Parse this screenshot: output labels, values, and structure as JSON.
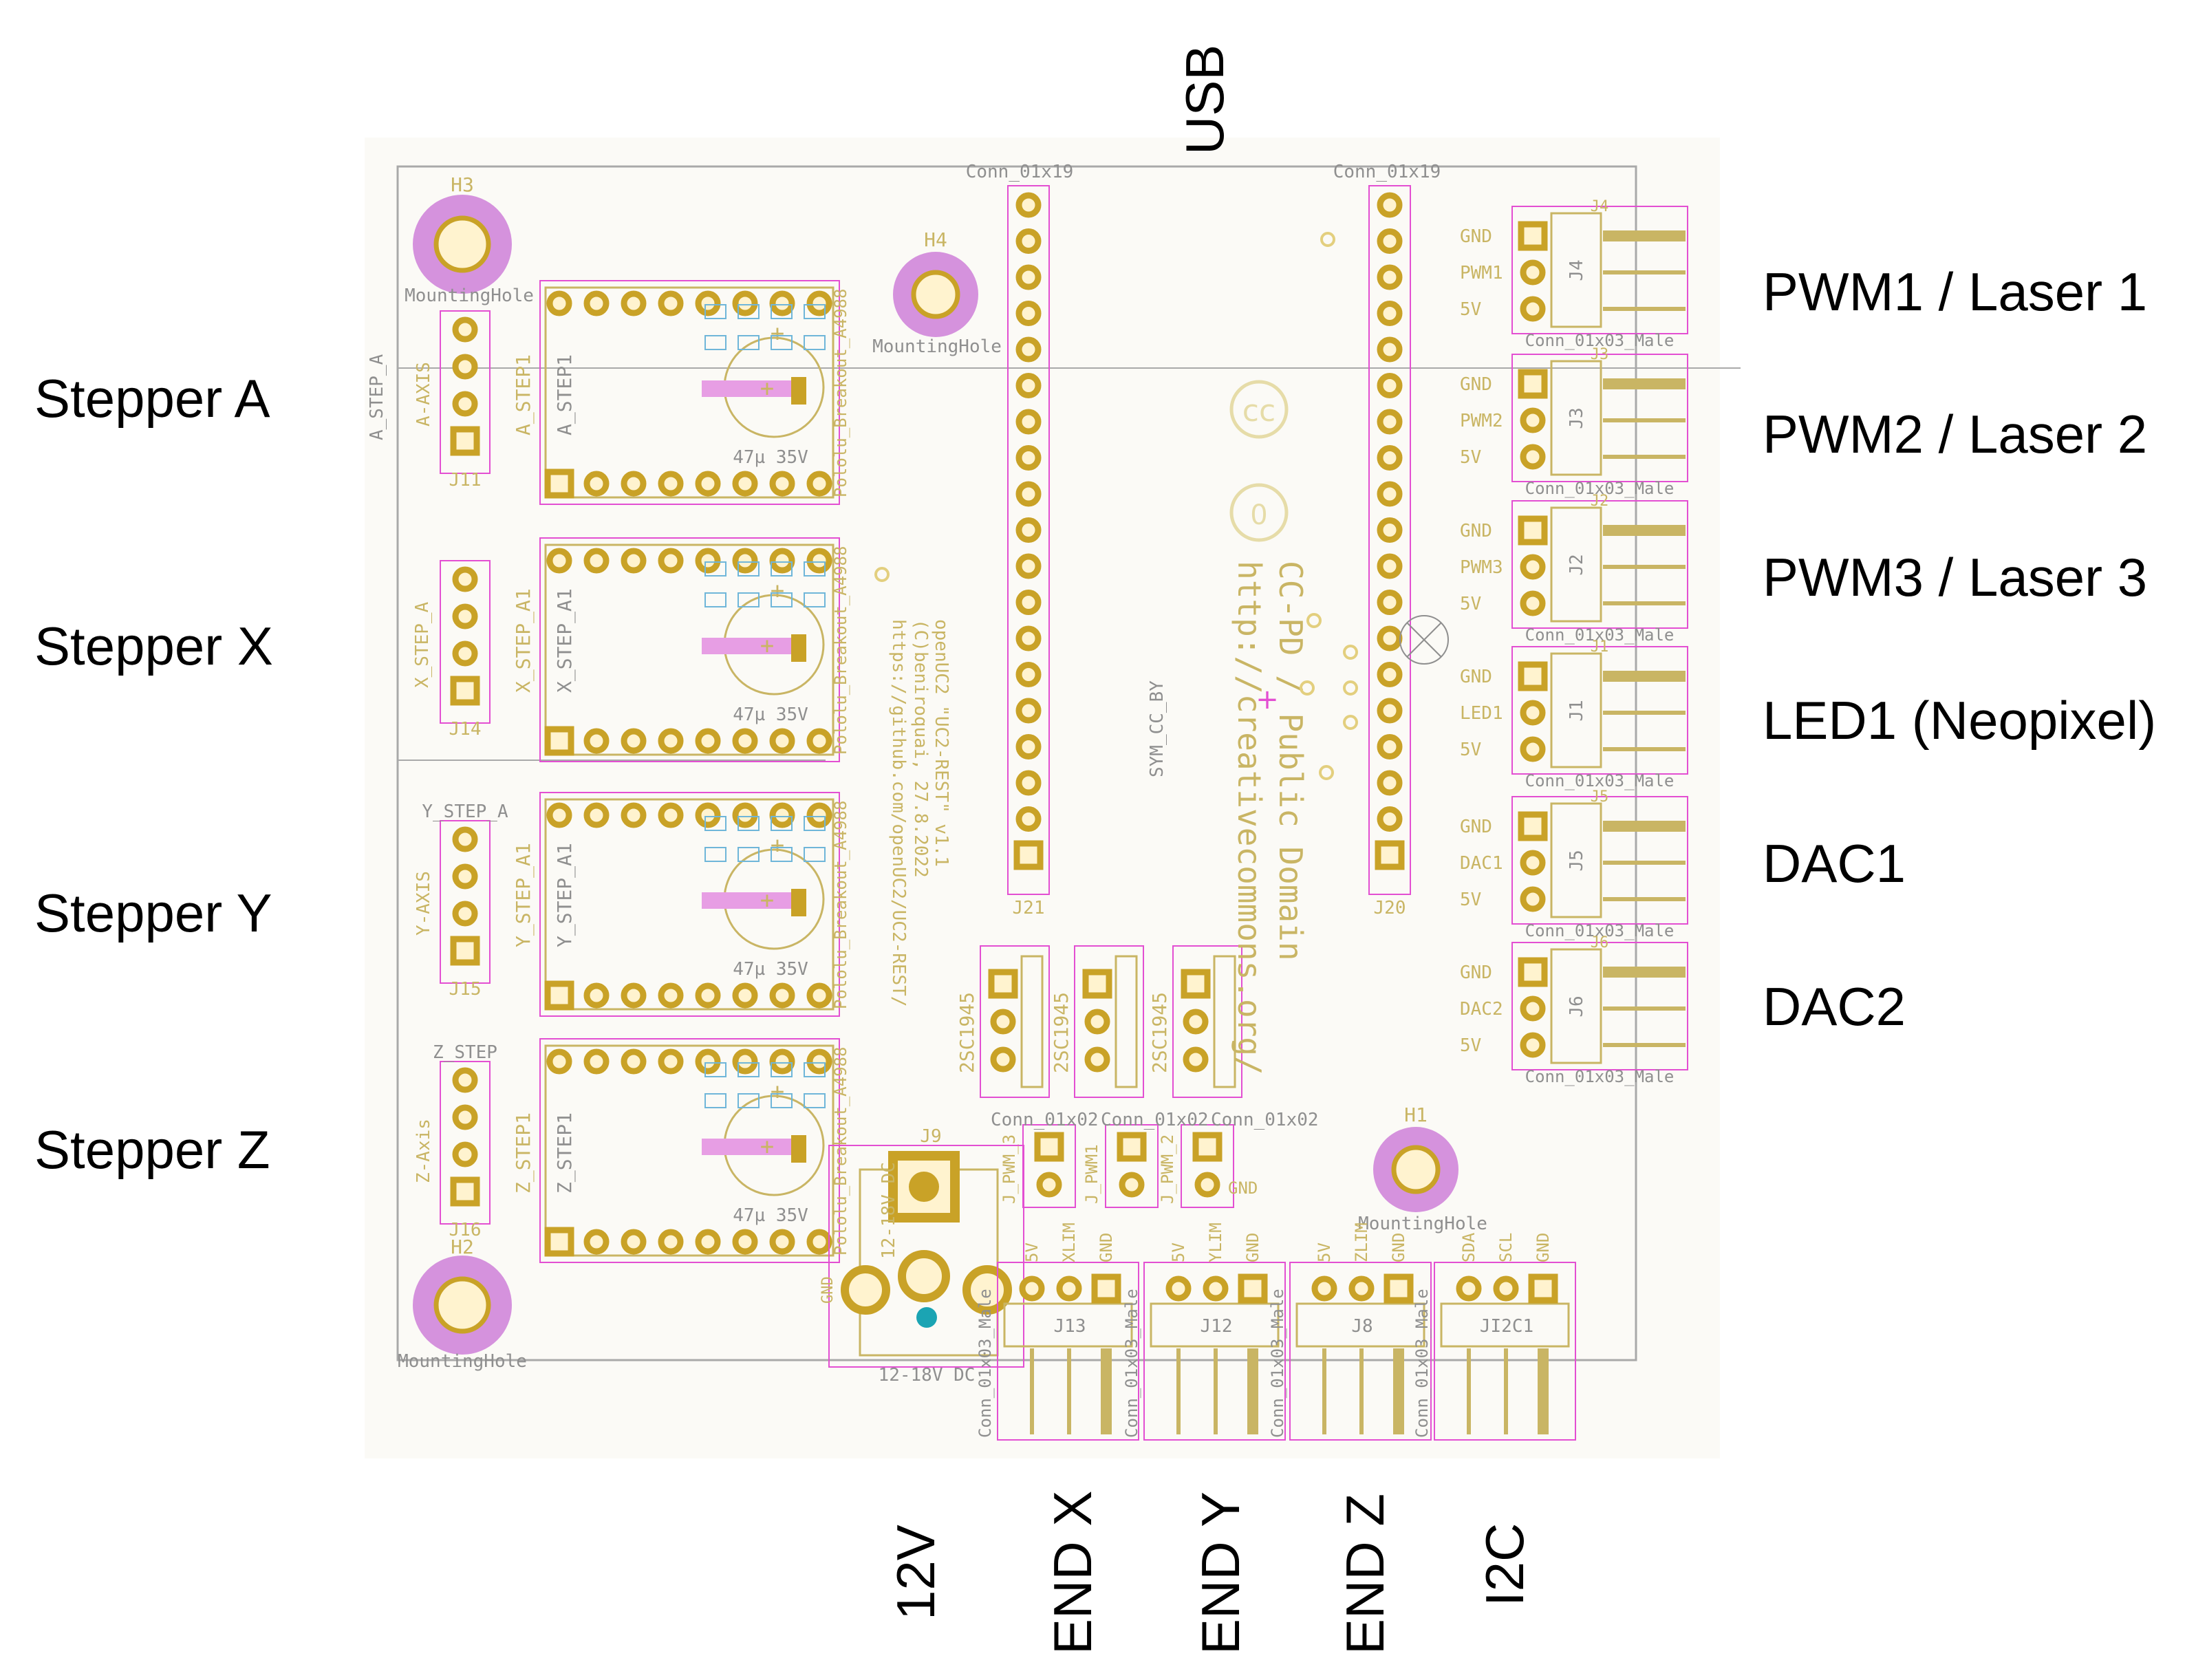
{
  "annotations": {
    "usb": "USB",
    "stepper_a": "Stepper A",
    "stepper_x": "Stepper X",
    "stepper_y": "Stepper Y",
    "stepper_z": "Stepper Z",
    "pwm1": "PWM1 / Laser 1",
    "pwm2": "PWM2 / Laser 2",
    "pwm3": "PWM3 / Laser 3",
    "led1": "LED1 (Neopixel)",
    "dac1": "DAC1",
    "dac2": "DAC2",
    "v12": "12V",
    "end_x": "END X",
    "end_y": "END Y",
    "end_z": "END Z",
    "i2c": "I2C"
  },
  "board": {
    "mounting_hole_label": "MountingHole",
    "holes": [
      "H3",
      "H4",
      "H1",
      "H2"
    ],
    "headers": {
      "conn_01x19": "Conn_01x19",
      "j21": "J21",
      "j20": "J20"
    },
    "axis_connectors": [
      {
        "label": "A-AXIS",
        "ref": "J11",
        "step": "A_STEP_A"
      },
      {
        "label": "X_STEP_A",
        "ref": "J14",
        "step": ""
      },
      {
        "label": "Y-AXIS",
        "ref": "J15",
        "step": "Y_STEP_A"
      },
      {
        "label": "Z-Axis",
        "ref": "J16",
        "step": "Z_STEP"
      }
    ],
    "drivers": [
      {
        "ref": "A_STEP1",
        "fab": "A_STEP1"
      },
      {
        "ref": "X_STEP_A1",
        "fab": "X_STEP_A1"
      },
      {
        "ref": "Y_STEP_A1",
        "fab": "Y_STEP_A1"
      },
      {
        "ref": "Z_STEP1",
        "fab": "Z_STEP1"
      }
    ],
    "driver_footprint": "Pololu_Breakout_A4988",
    "cap_label": "47µ 35V",
    "right_connectors": [
      {
        "ref": "J4",
        "pins": [
          "GND",
          "PWM1",
          "5V"
        ]
      },
      {
        "ref": "J3",
        "pins": [
          "GND",
          "PWM2",
          "5V"
        ]
      },
      {
        "ref": "J2",
        "pins": [
          "GND",
          "PWM3",
          "5V"
        ]
      },
      {
        "ref": "J1",
        "pins": [
          "GND",
          "LED1",
          "5V"
        ]
      },
      {
        "ref": "J5",
        "pins": [
          "GND",
          "DAC1",
          "5V"
        ]
      },
      {
        "ref": "J6",
        "pins": [
          "GND",
          "DAC2",
          "5V"
        ]
      }
    ],
    "conn_01x03_male": "Conn_01x03_Male",
    "transistor": "2SC1945",
    "pwm_jumpers": [
      "J_PWM_3",
      "J_PWM1",
      "J_PWM_2"
    ],
    "conn_01x02": "Conn_01x02",
    "gnd_label": "GND",
    "dc_jack": {
      "ref": "J9",
      "label": "12-18V DC",
      "gnd": "GND"
    },
    "bottom_connectors": [
      {
        "ref": "J13",
        "pins": [
          "5V",
          "XLIM",
          "GND"
        ]
      },
      {
        "ref": "J12",
        "pins": [
          "5V",
          "YLIM",
          "GND"
        ]
      },
      {
        "ref": "J8",
        "pins": [
          "5V",
          "ZLIM",
          "GND"
        ]
      },
      {
        "ref": "JI2C1",
        "pins": [
          "SDA",
          "SCL",
          "GND"
        ]
      }
    ],
    "logo_ref": "SYM_CC_BY",
    "license": "CC-PD / Public Domain",
    "license_url": "http://creativecommons.org/",
    "project_text": [
      "openUC2 \"UC2-REST\" v1.1",
      "(C)beniroquai, 27.8.2022",
      "https://github.com/openUC2/UC2-REST/"
    ]
  },
  "colors": {
    "pad": "#c9a227",
    "hole_fill": "#fff3cf",
    "courtyard": "#e34fd2",
    "silk": "#c9b564",
    "fab": "#8f8f8f",
    "mounting": "#d592dd"
  }
}
